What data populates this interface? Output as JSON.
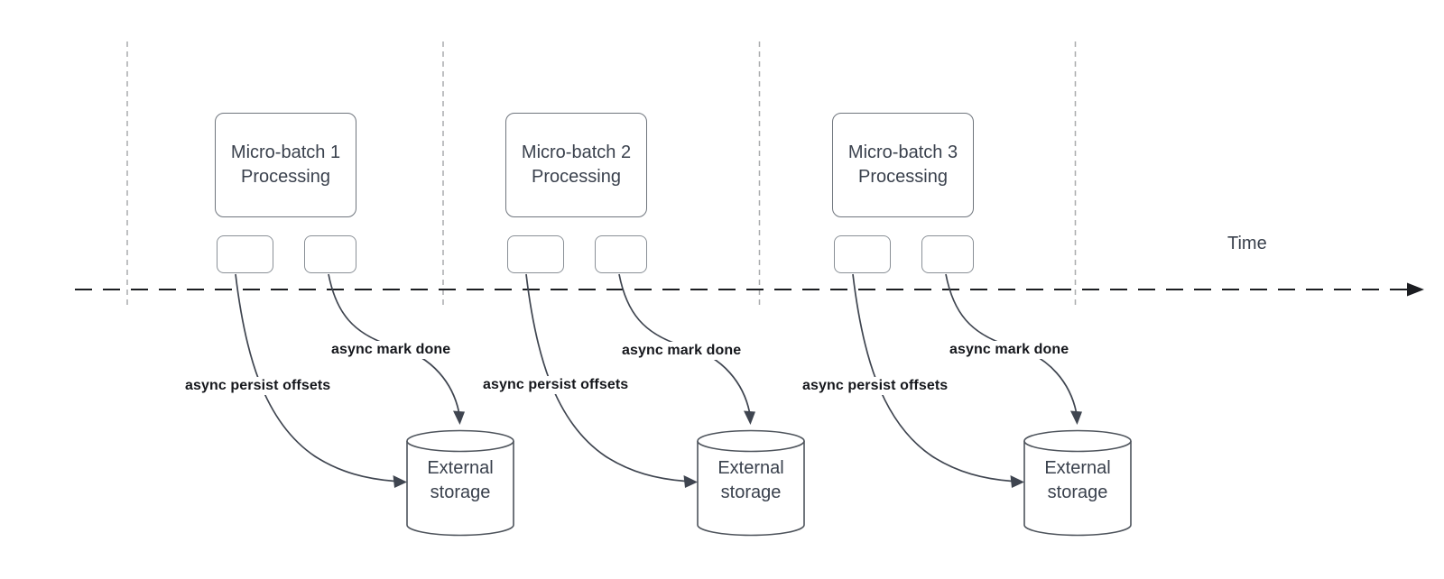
{
  "diagram": {
    "time_axis": {
      "label": "Time"
    },
    "batches": [
      {
        "box_label": "Micro-batch 1\nProcessing",
        "persist_arrow_label": "async persist offsets",
        "mark_arrow_label": "async mark done",
        "storage_label": "External\nstorage"
      },
      {
        "box_label": "Micro-batch 2\nProcessing",
        "persist_arrow_label": "async persist offsets",
        "mark_arrow_label": "async mark done",
        "storage_label": "External\nstorage"
      },
      {
        "box_label": "Micro-batch 3\nProcessing",
        "persist_arrow_label": "async persist offsets",
        "mark_arrow_label": "async mark done",
        "storage_label": "External\nstorage"
      }
    ],
    "colors": {
      "background": "#ffffff",
      "connector": "#3f4550",
      "axis": "#1b1d21",
      "guide_line": "#aaacae",
      "node_border": "#6f757d",
      "task_border": "#8a9097",
      "cylinder_border": "#4d535b",
      "node_text": "#3a414d",
      "arrow_label_text": "#15171c"
    }
  }
}
